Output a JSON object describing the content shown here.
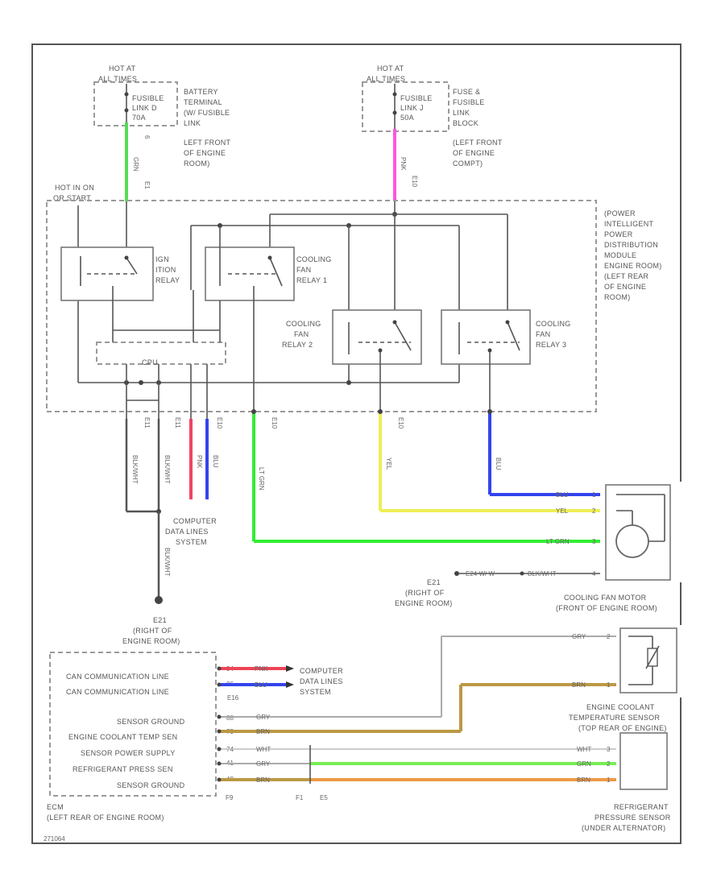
{
  "fuse_left": {
    "hot_label_1": "HOT AT",
    "hot_label_2": "ALL TIMES",
    "fuse_1": "FUSIBLE",
    "fuse_2": "LINK D",
    "fuse_3": "70A",
    "desc": [
      "BATTERY",
      "TERMINAL",
      "(W/ FUSIBLE",
      "LINK",
      "LEFT FRONT",
      "OF ENGINE",
      "ROOM)"
    ],
    "wire_label": "GRN",
    "pin_top": "6",
    "pin_bottom": "E1"
  },
  "fuse_right": {
    "hot_label_1": "HOT AT",
    "hot_label_2": "ALL TIMES",
    "fuse_1": "FUSIBLE",
    "fuse_2": "LINK J",
    "fuse_3": "50A",
    "desc": [
      "FUSE &",
      "FUSIBLE",
      "LINK",
      "BLOCK",
      "(LEFT FRONT",
      "OF ENGINE",
      "COMPT)"
    ],
    "wire_label": "PNK",
    "pin_bottom": "E10"
  },
  "ipdm": {
    "hot_in_on_1": "HOT IN ON",
    "hot_in_on_2": "OR START",
    "desc": [
      "(POWER",
      "INTELLIGENT",
      "POWER",
      "DISTRIBUTION",
      "MODULE",
      "ENGINE ROOM)",
      "(LEFT REAR",
      "OF ENGINE",
      "ROOM)"
    ],
    "ign_relay": [
      "IGN",
      "ITION",
      "RELAY"
    ],
    "fan_relay_1": [
      "COOLING",
      "FAN",
      "RELAY 1"
    ],
    "fan_relay_2": [
      "COOLING",
      "FAN",
      "RELAY 2"
    ],
    "fan_relay_3": [
      "COOLING",
      "FAN",
      "RELAY 3"
    ],
    "cpu_label": "CPU"
  },
  "wires": {
    "blk_wht_1": "BLK/WHT",
    "blk_wht_2": "BLK/WHT",
    "pnk": "PNK",
    "blu": "BLU",
    "lt_grn": "LT GRN",
    "yel": "YEL",
    "blu_fan": "BLU",
    "blk_wht_ground": "BLK/WHT",
    "pin_e11_a": "E11",
    "pin_e11_b": "E11",
    "pin_e10_a": "E10",
    "pin_e10_b": "E10",
    "pin_e10_c": "E10"
  },
  "computer_data_1": [
    "COMPUTER",
    "DATA LINES",
    "SYSTEM"
  ],
  "ground_e21_left": [
    "E21",
    "(RIGHT OF",
    "ENGINE ROOM)"
  ],
  "ground_e21_right": [
    "E21",
    "(RIGHT OF",
    "ENGINE ROOM)"
  ],
  "fan_motor": {
    "pins": [
      {
        "color_label": "BLU",
        "pin": "1"
      },
      {
        "color_label": "YEL",
        "pin": "2"
      },
      {
        "color_label": "LT GRN",
        "pin": "3"
      },
      {
        "color_label": "BLK/WHT",
        "pin": "4"
      }
    ],
    "ground_chain": "E24 W/ W",
    "label": [
      "COOLING FAN MOTOR",
      "(FRONT OF ENGINE ROOM)"
    ]
  },
  "ecm": {
    "lines": [
      "CAN COMMUNICATION LINE",
      "CAN COMMUNICATION LINE",
      "SENSOR GROUND",
      "ENGINE COOLANT TEMP SEN",
      "SENSOR POWER SUPPLY",
      "REFRIGERANT PRESS SEN",
      "SENSOR GROUND"
    ],
    "pins": [
      "94",
      "86",
      "88",
      "73",
      "74",
      "41",
      "48"
    ],
    "colors": [
      "PNK",
      "BLU",
      "GRY",
      "BRN",
      "WHT",
      "GRY",
      "BRN"
    ],
    "conn_e16": "E16",
    "conn_f9": "F9",
    "conn_f1": "F1",
    "conn_e5": "E5",
    "label": [
      "ECM",
      "(LEFT REAR OF ENGINE ROOM)"
    ]
  },
  "computer_data_2": [
    "COMPUTER",
    "DATA LINES",
    "SYSTEM"
  ],
  "ect_sensor": {
    "pins": [
      {
        "color_label": "GRY",
        "pin": "2"
      },
      {
        "color_label": "BRN",
        "pin": "1"
      }
    ],
    "label": [
      "ENGINE COOLANT",
      "TEMPERATURE SENSOR",
      "(TOP REAR OF ENGINE)"
    ]
  },
  "refrig_sensor": {
    "pins": [
      {
        "color_label": "WHT",
        "pin": "3"
      },
      {
        "color_label": "GRN",
        "pin": "2"
      },
      {
        "color_label": "BRN",
        "pin": "1"
      }
    ],
    "label": [
      "REFRIGERANT",
      "PRESSURE SENSOR",
      "(UNDER ALTERNATOR)"
    ]
  },
  "footer_code": "271064",
  "colors": {
    "green": "#55dd55",
    "pink": "#ff3399",
    "blue": "#3344ee",
    "lt_green": "#33ee33",
    "yellow": "#eeee55",
    "gray": "#999999",
    "brown": "#bb9944",
    "orange": "#ee9944",
    "red": "#ee4455"
  }
}
